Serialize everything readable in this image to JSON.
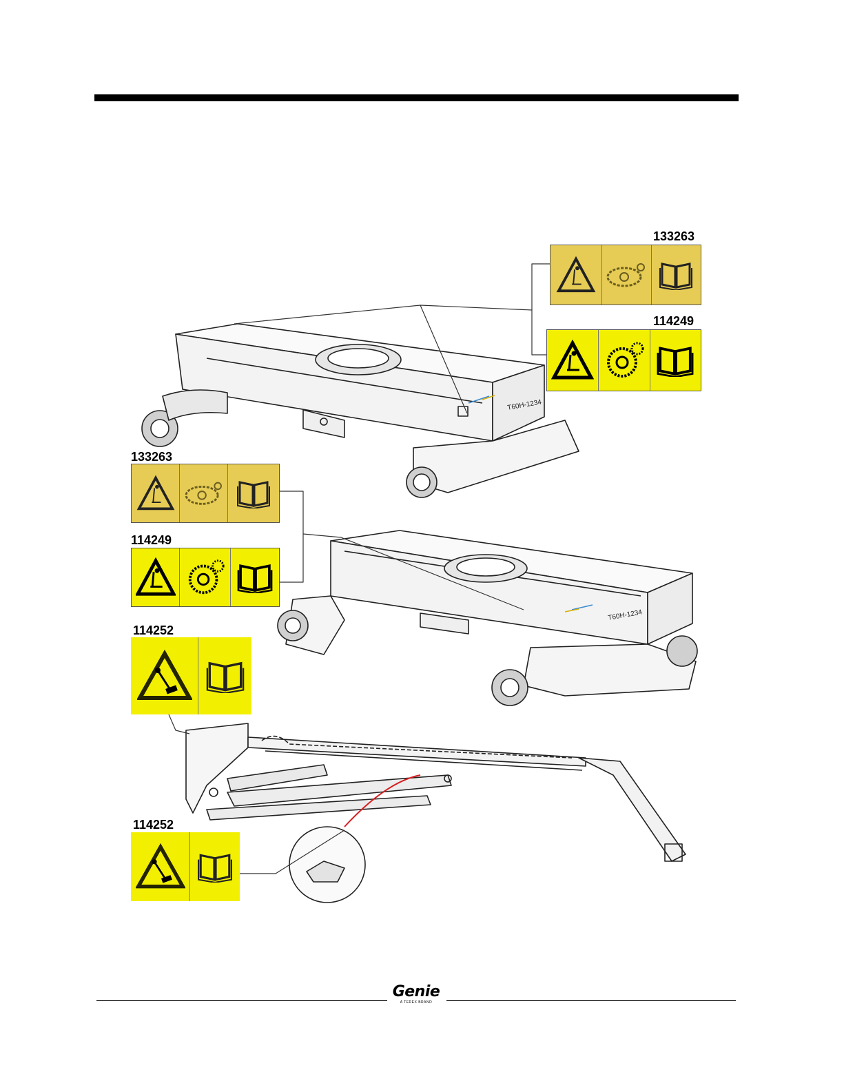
{
  "logo": {
    "brand": "Genie",
    "tagline": "A TEREX BRAND"
  },
  "machine_serial_label": "T60H-1234",
  "decals": [
    {
      "id": "upper-right-top",
      "number": "133263",
      "panels": [
        "warning-triangle-icon",
        "track-crush-icon",
        "manual-book-icon"
      ]
    },
    {
      "id": "upper-right-bottom",
      "number": "114249",
      "panels": [
        "warning-triangle-icon",
        "gear-crush-icon",
        "manual-book-icon"
      ]
    },
    {
      "id": "middle-left-top",
      "number": "133263",
      "panels": [
        "warning-triangle-icon",
        "track-crush-icon",
        "manual-book-icon"
      ]
    },
    {
      "id": "middle-left-bottom",
      "number": "114249",
      "panels": [
        "warning-triangle-icon",
        "gear-crush-icon",
        "manual-book-icon"
      ]
    },
    {
      "id": "lower-left-top",
      "number": "114252",
      "panels": [
        "tip-over-warning-icon",
        "manual-book-icon"
      ]
    },
    {
      "id": "lower-left-bottom",
      "number": "114252",
      "panels": [
        "tip-over-warning-icon",
        "manual-book-icon"
      ]
    }
  ],
  "colors": {
    "decal_pale": "#e6cc55",
    "decal_bright": "#f2f000",
    "leader_red": "#d42020",
    "ink": "#000000"
  }
}
